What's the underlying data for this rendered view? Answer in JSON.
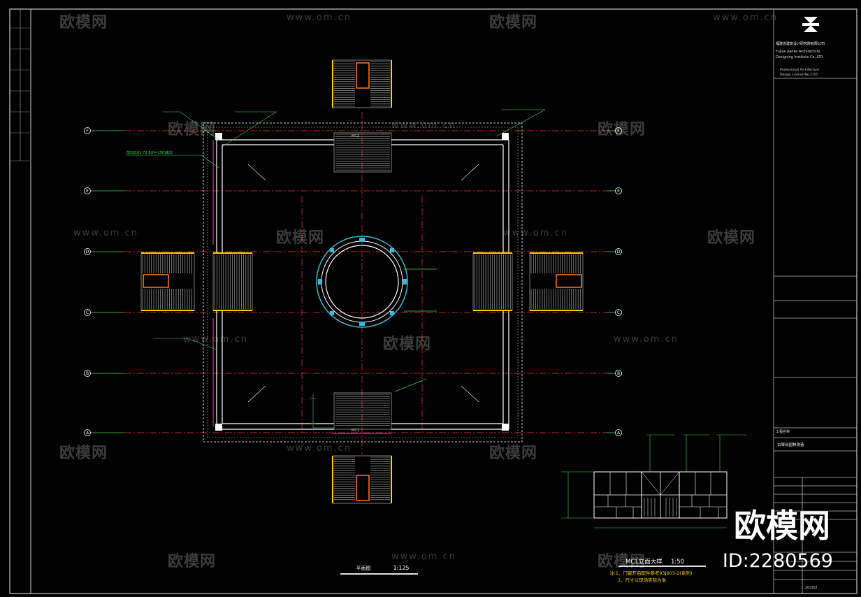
{
  "drawing": {
    "plan_title": "平面图",
    "plan_scale": "1:125",
    "elevation_title": "MC1立面大样",
    "elevation_scale": "1:50",
    "note_1": "注:1、门窗开启配件参考93J603-2(系列)",
    "note_2": "2、尺寸以现场实际为准",
    "axis_rows": [
      "F",
      "E",
      "D",
      "C",
      "B",
      "A"
    ],
    "door_tag": "MC1",
    "callout": "详93J101-72-8(H=150)做法"
  },
  "title_block": {
    "firm_cn": "福建省建筑设计研究院有限公司",
    "firm_en_1": "Fujian Jianke Architecture",
    "firm_en_2": "Designing Institute Co.,LTD",
    "license_1": "Professional Architecture",
    "license_2": "Design License No.1155",
    "project_label": "工程名称",
    "project_name": "古琴台园林改造",
    "drawing_no": "2020/2"
  },
  "watermark": {
    "brand": "欧模网",
    "url": "www.om.cn",
    "id_text": "ID:2280569"
  },
  "colors": {
    "background": "#000000",
    "wall": "#ffffff",
    "axis": "#ff2a2a",
    "dimension": "#3ddc4a",
    "stair": "#cfcfcf",
    "window_frame": "#ff7a1a",
    "column": "#3ab8d8",
    "door_panel": "#ffd000",
    "magenta": "#ff33cc"
  }
}
